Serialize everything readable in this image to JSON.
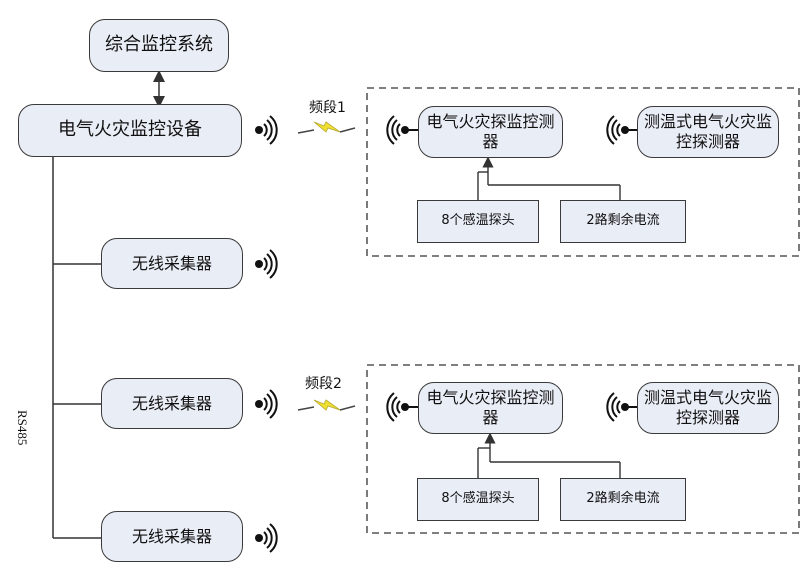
{
  "diagram": {
    "top_system": "综合监控系统",
    "main_device": "电气火灾监控设备",
    "collectors": [
      "无线采集器",
      "无线采集器",
      "无线采集器"
    ],
    "bus_label": "RS485",
    "bands": [
      "频段1",
      "频段2"
    ],
    "groups": [
      {
        "detector": "电气火灾探监控测器",
        "temp_detector": "测温式电气火灾监控探测器",
        "sensor_a": "8个感温探头",
        "sensor_b": "2路剩余电流"
      },
      {
        "detector": "电气火灾探监控测器",
        "temp_detector": "测温式电气火灾监控探测器",
        "sensor_a": "8个感温探头",
        "sensor_b": "2路剩余电流"
      }
    ]
  }
}
